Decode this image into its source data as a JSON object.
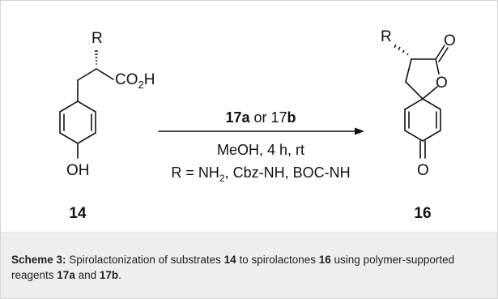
{
  "scheme": {
    "reactant": {
      "label": "14",
      "r_group": "R",
      "acid_group": "CO",
      "acid_sub": "2",
      "acid_tail": "H",
      "hydroxyl": "OH"
    },
    "product": {
      "label": "16",
      "r_group": "R",
      "carbonyl_o_top": "O",
      "ring_o": "O",
      "ketone_o": "O"
    },
    "arrow": {
      "reagent_a": "17a",
      "reagent_or": " or 17",
      "reagent_b": "b",
      "conditions": "MeOH, 4 h, rt",
      "r_def_prefix": "R = NH",
      "r_def_sub": "2",
      "r_def_suffix": ", Cbz-NH, BOC-NH"
    }
  },
  "caption": {
    "label": "Scheme 3:",
    "part1": " Spirolactonization of substrates ",
    "ref1": "14",
    "part2": " to spirolactones ",
    "ref2": "16",
    "part3": " using polymer-supported reagents ",
    "ref3": "17a",
    "part4": " and ",
    "ref4": "17b",
    "part5": "."
  }
}
